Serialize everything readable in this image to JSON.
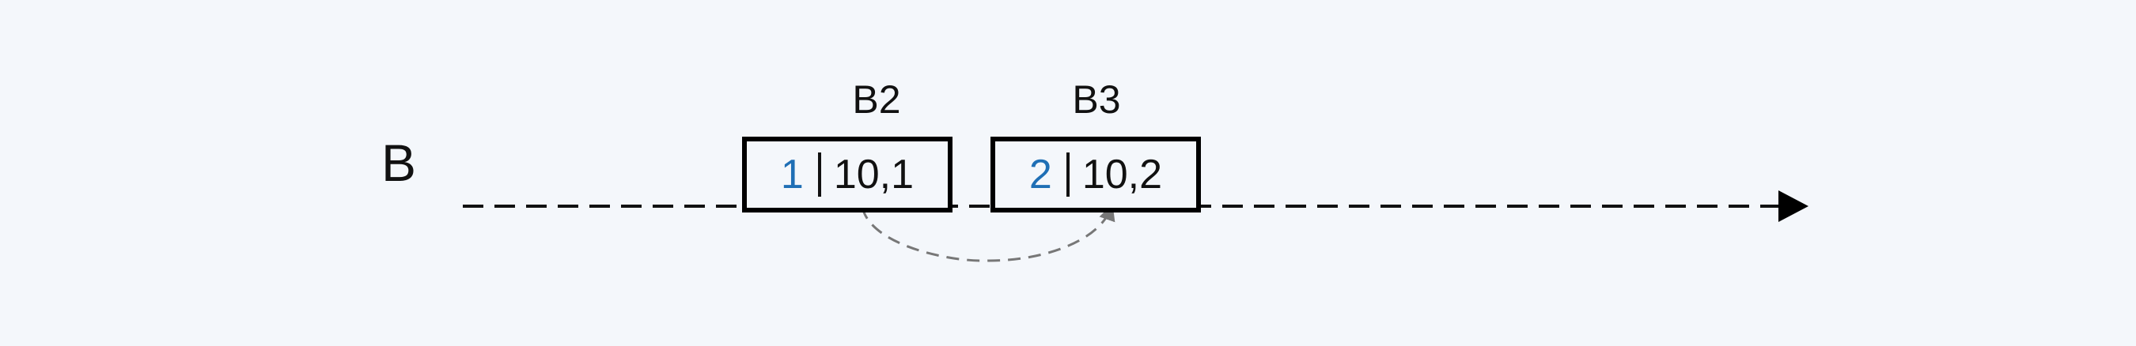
{
  "lane": {
    "label": "B"
  },
  "blocks": [
    {
      "title": "B2",
      "index": "1",
      "value": "10,1"
    },
    {
      "title": "B3",
      "index": "2",
      "value": "10,2"
    }
  ],
  "colors": {
    "background": "#f4f7fb",
    "index_text": "#1f6fb5",
    "timeline": "#111111",
    "link_arc": "#777777"
  }
}
